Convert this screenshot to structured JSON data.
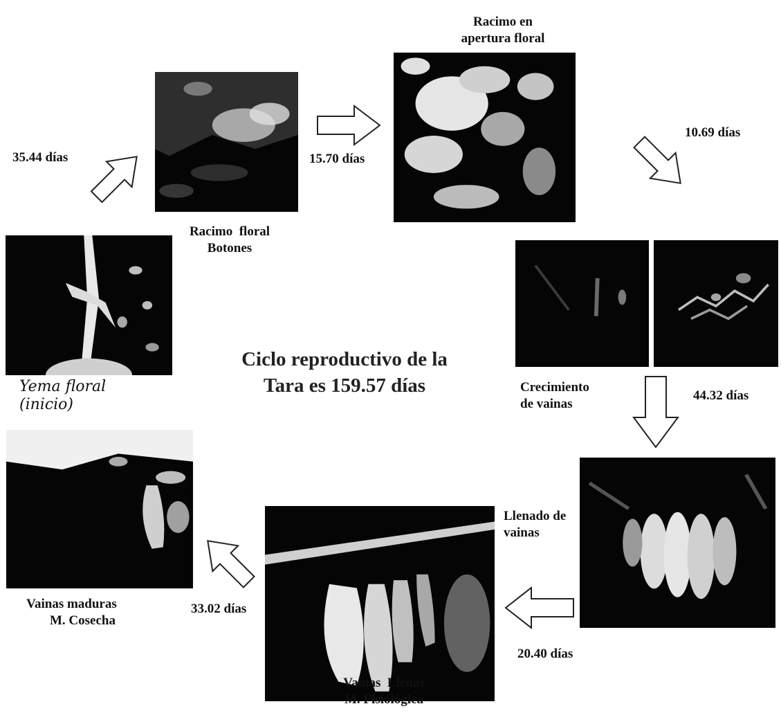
{
  "title": {
    "line1": "Ciclo reproductivo de la",
    "line2": "Tara es 159.57 días"
  },
  "stages": {
    "yema": {
      "line1": "Yema floral",
      "line2": "(inicio)"
    },
    "racimo_floral": {
      "line1": "Racimo  floral",
      "line2": "Botones"
    },
    "apertura": {
      "line1": "Racimo en",
      "line2": "apertura floral"
    },
    "crecimiento": {
      "line1": "Crecimiento",
      "line2": "de vainas"
    },
    "llenado": {
      "line1": "Llenado de",
      "line2": "vainas"
    },
    "llenas": {
      "line1": "Vainas  Llenas",
      "line2": "M. Fisiológica"
    },
    "maduras": {
      "line1": "Vainas maduras",
      "line2": "M. Cosecha"
    }
  },
  "durations": {
    "d1": "35.44 días",
    "d2": "15.70 días",
    "d3": "10.69 días",
    "d4": "44.32 días",
    "d5": "20.40 días",
    "d6": "33.02 días"
  }
}
